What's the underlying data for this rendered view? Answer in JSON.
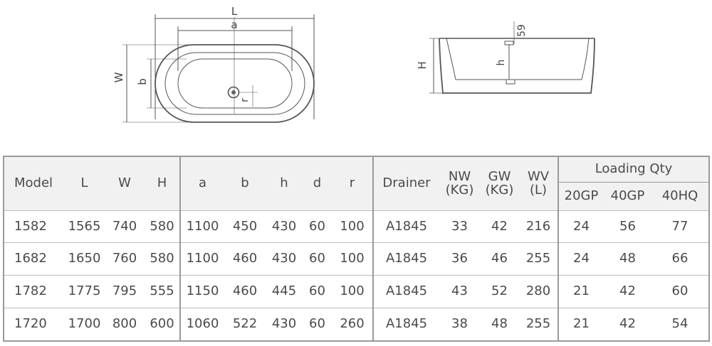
{
  "drawing_labels": {
    "length": "L",
    "inner_length": "a",
    "width": "W",
    "inner_width": "b",
    "radius": "r",
    "height": "H",
    "inner_depth": "h",
    "rim": "59"
  },
  "table": {
    "headers": {
      "model": "Model",
      "l": "L",
      "w": "W",
      "h_total": "H",
      "a": "a",
      "b": "b",
      "h": "h",
      "d": "d",
      "r": "r",
      "drainer": "Drainer",
      "nw": "NW\n(KG)",
      "gw": "GW\n(KG)",
      "wv": "WV\n(L)",
      "loading": "Loading Qty",
      "gp20": "20GP",
      "gp40": "40GP",
      "hq40": "40HQ"
    },
    "rows": [
      [
        "1582",
        "1565",
        "740",
        "580",
        "1100",
        "450",
        "430",
        "60",
        "100",
        "A1845",
        "33",
        "42",
        "216",
        "24",
        "56",
        "77"
      ],
      [
        "1682",
        "1650",
        "760",
        "580",
        "1100",
        "460",
        "430",
        "60",
        "100",
        "A1845",
        "36",
        "46",
        "255",
        "24",
        "48",
        "66"
      ],
      [
        "1782",
        "1775",
        "795",
        "555",
        "1150",
        "460",
        "445",
        "60",
        "100",
        "A1845",
        "43",
        "52",
        "280",
        "21",
        "42",
        "60"
      ],
      [
        "1720",
        "1700",
        "800",
        "600",
        "1060",
        "522",
        "430",
        "60",
        "260",
        "A1845",
        "38",
        "48",
        "255",
        "21",
        "42",
        "54"
      ]
    ]
  }
}
